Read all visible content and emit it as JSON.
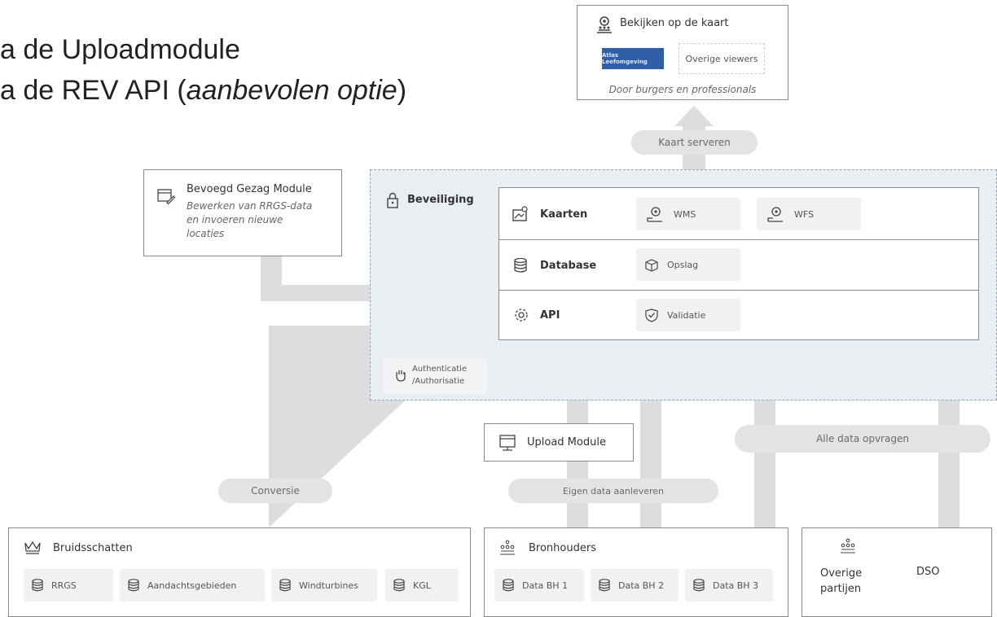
{
  "title": {
    "line1": "a de Uploadmodule",
    "line2_prefix": "a de REV API (",
    "line2_emph": "aanbevolen optie",
    "line2_suffix": ")"
  },
  "viewer": {
    "title": "Bekijken op de kaart",
    "atlas_label": "Atlas Leefomgeving",
    "other_label": "Overige viewers",
    "subtitle": "Door burgers en professionals"
  },
  "flows": {
    "kaart_serveren": "Kaart serveren",
    "conversie": "Conversie",
    "eigen_data": "Eigen data aanleveren",
    "alle_data": "Alle data opvragen"
  },
  "bg_module": {
    "title": "Bevoegd Gezag Module",
    "desc1": "Bewerken van RRGS-data",
    "desc2": "en invoeren nieuwe",
    "desc3": "locaties"
  },
  "security": {
    "title": "Beveiliging",
    "auth1": "Authenticatie",
    "auth2": "/Authorisatie"
  },
  "platform": {
    "rows": [
      {
        "label": "Kaarten",
        "chips": [
          "WMS",
          "WFS"
        ]
      },
      {
        "label": "Database",
        "chips": [
          "Opslag"
        ]
      },
      {
        "label": "API",
        "chips": [
          "Validatie"
        ]
      }
    ]
  },
  "upload_module": {
    "title": "Upload Module"
  },
  "bruidsschatten": {
    "title": "Bruidsschatten",
    "items": [
      "RRGS",
      "Aandachtsgebieden",
      "Windturbines",
      "KGL"
    ]
  },
  "bronhouders": {
    "title": "Bronhouders",
    "items": [
      "Data BH 1",
      "Data BH 2",
      "Data BH 3"
    ]
  },
  "overige": {
    "label1": "Overige",
    "label2": "partijen",
    "dso": "DSO"
  }
}
